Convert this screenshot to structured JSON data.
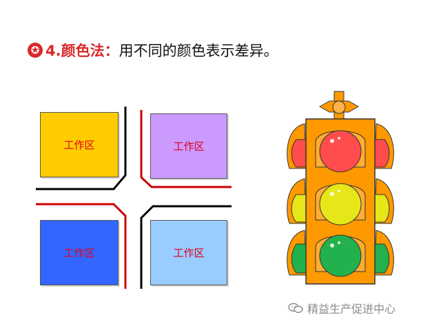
{
  "title": {
    "star_icon": "star-in-circle-icon",
    "heading": "4.颜色法：",
    "description": "用不同的颜色表示差异。"
  },
  "work_zones": [
    {
      "label": "工作区",
      "color": "#ffcc00"
    },
    {
      "label": "工作区",
      "color": "#cc99ff"
    },
    {
      "label": "工作区",
      "color": "#3366ff"
    },
    {
      "label": "工作区",
      "color": "#99ccff"
    }
  ],
  "road_colors": {
    "black": "#000000",
    "red": "#cc0000"
  },
  "traffic_light": {
    "body_color": "#ff9900",
    "lights": [
      "#ff4c4c",
      "#e6e619",
      "#22b14c"
    ]
  },
  "watermark": {
    "icon": "wechat-icon",
    "text": "精益生产促进中心"
  }
}
